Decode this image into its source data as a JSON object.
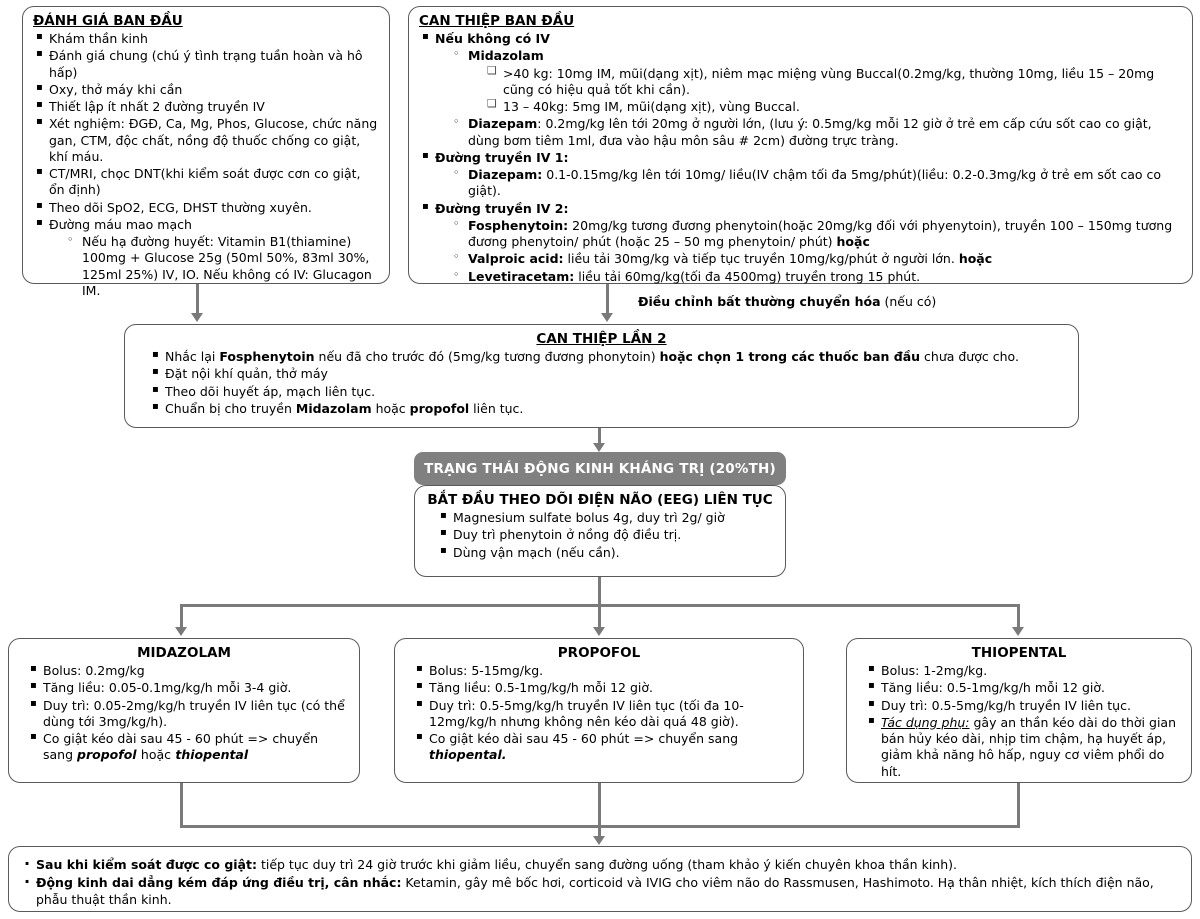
{
  "colors": {
    "connector": "#7a7a7a",
    "banner_bg": "#808080",
    "box_border": "#5a5a5a",
    "text": "#000000"
  },
  "initial_assessment": {
    "title": "ĐÁNH GIÁ BAN ĐẦU",
    "items": [
      "Khám thần kinh",
      "Đánh giá chung (chú ý tình trạng tuần hoàn và hô hấp)",
      "Oxy, thở máy khi cần",
      "Thiết lập ít nhất 2 đường truyền IV",
      "Xét nghiệm: ĐGĐ, Ca, Mg, Phos, Glucose, chức năng gan, CTM, độc chất, nồng độ thuốc chống co giật, khí máu.",
      "CT/MRI, chọc DNT(khi kiểm soát được cơn co giật, ổn định)",
      "Theo dõi SpO2, ECG, DHST thường xuyên.",
      "Đường máu mao mạch"
    ],
    "sub_item": "Nếu hạ đường huyết: Vitamin B1(thiamine) 100mg + Glucose 25g (50ml 50%, 83ml 30%, 125ml 25%) IV, IO. Nếu không có IV: Glucagon IM."
  },
  "initial_intervention": {
    "title": "CAN THIỆP BAN ĐẦU",
    "no_iv_label": "Nếu không có IV",
    "midazolam_label": "Midazolam",
    "midazolam_doses": [
      ">40 kg: 10mg IM, mũi(dạng xịt), niêm mạc miệng vùng Buccal(0.2mg/kg, thường 10mg, liều 15 – 20mg cũng có hiệu quả tốt khi cần).",
      "13 – 40kg: 5mg IM, mũi(dạng xịt), vùng Buccal."
    ],
    "diazepam_no_iv_label": "Diazepam",
    "diazepam_no_iv_text": ": 0.2mg/kg lên tới 20mg ở người lớn, (lưu ý: 0.5mg/kg mỗi 12 giờ ở trẻ em cấp cứu sốt cao co giật, dùng bơm tiêm 1ml, đưa vào hậu môn sâu # 2cm) đường trực tràng.",
    "iv1_label": "Đường truyền IV 1:",
    "iv1_drug_label": "Diazepam:",
    "iv1_drug_text": " 0.1-0.15mg/kg lên tới 10mg/ liều(IV chậm tối đa 5mg/phút)(liều: 0.2-0.3mg/kg ở trẻ em sốt cao co giật).",
    "iv2_label": "Đường truyền IV 2:",
    "iv2_drugs": [
      {
        "name": "Fosphenytoin:",
        "text": " 20mg/kg tương đương phenytoin(hoặc 20mg/kg đối với phyenytoin), truyền 100 – 150mg tương đương phenytoin/ phút (hoặc 25 – 50 mg phenytoin/ phút) ",
        "tail_bold": "hoặc"
      },
      {
        "name": "Valproic acid:",
        "text": " liều tải 30mg/kg và tiếp tục truyền 10mg/kg/phút ở người lớn. ",
        "tail_bold": "hoặc"
      },
      {
        "name": "Levetiracetam:",
        "text": " liều tải 60mg/kg(tối đa 4500mg) truyền trong 15 phút.",
        "tail_bold": ""
      }
    ]
  },
  "metabolic_note": {
    "bold": "Điều chỉnh bất thường chuyển hóa",
    "rest": " (nếu có)"
  },
  "second_intervention": {
    "title": "CAN THIỆP LẦN 2",
    "items": [
      {
        "pre": "Nhắc lại ",
        "b1": "Fosphenytoin",
        "mid": " nếu đã cho trước đó (5mg/kg tương đương phonytoin) ",
        "b2": "hoặc chọn 1 trong các thuốc ban đầu",
        "post": " chưa được cho."
      },
      {
        "pre": "Đặt nội khí quản, thở máy",
        "b1": "",
        "mid": "",
        "b2": "",
        "post": ""
      },
      {
        "pre": "Theo dõi huyết áp, mạch liên tục.",
        "b1": "",
        "mid": "",
        "b2": "",
        "post": ""
      },
      {
        "pre": "Chuẩn bị cho truyền ",
        "b1": "Midazolam",
        "mid": " hoặc ",
        "b2": "propofol",
        "post": " liên tục."
      }
    ]
  },
  "refractory_banner": "TRẠNG THÁI ĐỘNG KINH KHÁNG TRỊ (20%TH)",
  "eeg_box": {
    "title": "BẮT ĐẦU THEO DÕI ĐIỆN NÃO (EEG) LIÊN TỤC",
    "items": [
      "Magnesium sulfate bolus 4g, duy trì 2g/ giờ",
      "Duy trì phenytoin ở nồng độ điều trị.",
      "Dùng vận mạch (nếu cần)."
    ]
  },
  "drug_boxes": [
    {
      "name": "midazolam",
      "title": "MIDAZOLAM",
      "items": [
        {
          "text": "Bolus: 0.2mg/kg",
          "italic_tail": ""
        },
        {
          "text": "Tăng liều: 0.05-0.1mg/kg/h mỗi 3-4 giờ.",
          "italic_tail": ""
        },
        {
          "text": "Duy trì: 0.05-2mg/kg/h truyền IV liên tục (có thể dùng tới 3mg/kg/h).",
          "italic_tail": ""
        },
        {
          "text": "Co giật kéo dài sau 45 - 60 phút => chuyển sang ",
          "italic_tail": "propofol hoặc thiopental"
        }
      ]
    },
    {
      "name": "propofol",
      "title": "PROPOFOL",
      "items": [
        {
          "text": "Bolus: 5-15mg/kg.",
          "italic_tail": ""
        },
        {
          "text": "Tăng liều: 0.5-1mg/kg/h mỗi 12 giờ.",
          "italic_tail": ""
        },
        {
          "text": "Duy trì: 0.5-5mg/kg/h truyền IV liên tục (tối đa 10-12mg/kg/h nhưng không nên kéo dài quá 48 giờ).",
          "italic_tail": ""
        },
        {
          "text": "Co giật kéo dài sau 45 - 60 phút => chuyển sang ",
          "italic_tail": "thiopental."
        }
      ]
    },
    {
      "name": "thiopental",
      "title": "THIOPENTAL",
      "items": [
        {
          "text": "Bolus: 1-2mg/kg.",
          "italic_tail": ""
        },
        {
          "text": "Tăng liều: 0.5-1mg/kg/h mỗi 12 giờ.",
          "italic_tail": ""
        },
        {
          "text": "Duy trì: 0.5-5mg/kg/h truyền IV liên tục.",
          "italic_tail": ""
        },
        {
          "text": "",
          "italic_tail": "",
          "lead_iu": "Tác dụng phụ:",
          "after": " gây an thần kéo dài do thời gian bán hủy kéo dài, nhịp tim chậm, hạ huyết áp, giảm khả năng hô hấp, nguy cơ viêm phổi do hít."
        }
      ]
    }
  ],
  "bottom_box": {
    "items": [
      {
        "bold": "Sau khi kiểm soát được co giật:",
        "text": " tiếp tục duy trì 24 giờ trước khi giảm liều, chuyển sang đường uống (tham khảo ý kiến chuyên khoa thần kinh)."
      },
      {
        "bold": "Động kinh dai dẳng kém đáp ứng điều trị, cân nhắc:",
        "text": " Ketamin, gây mê bốc hơi, corticoid và IVIG cho viêm não do Rassmusen, Hashimoto. Hạ thân nhiệt, kích thích điện não, phẫu thuật thần kinh."
      }
    ]
  }
}
